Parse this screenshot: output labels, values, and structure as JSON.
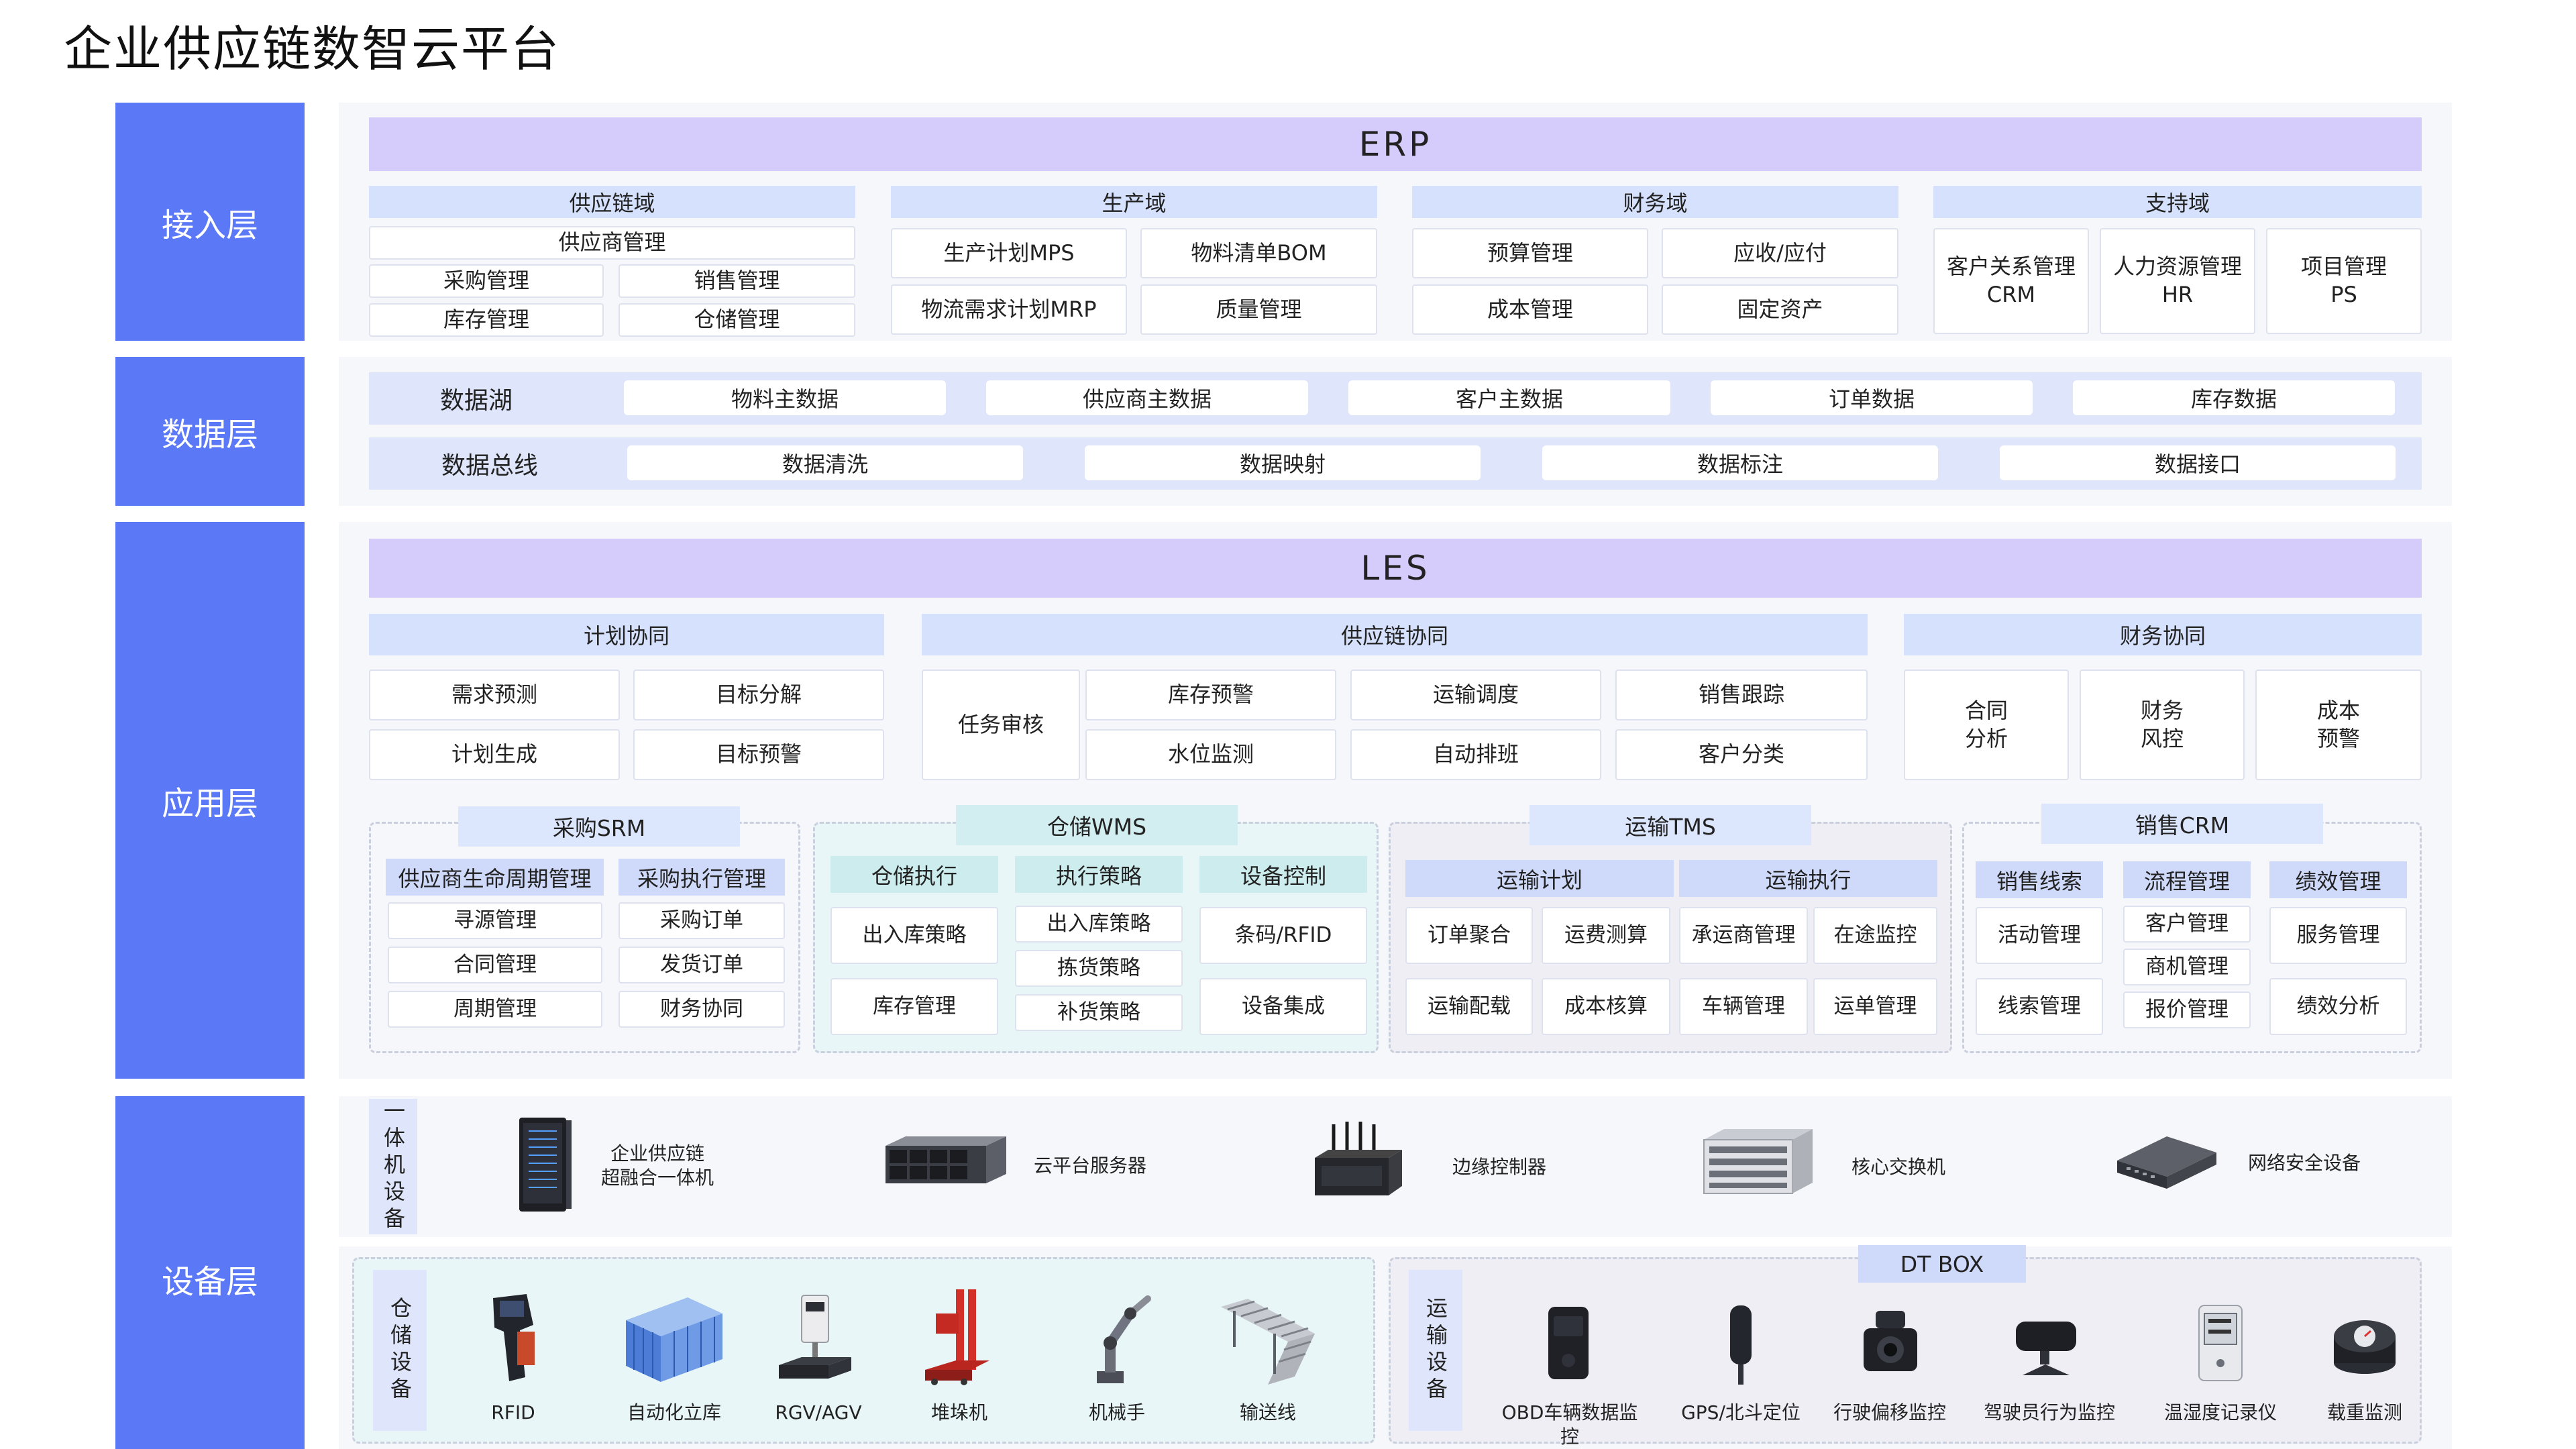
{
  "title": "企业供应链数智云平台",
  "layers": {
    "access": "接入层",
    "data": "数据层",
    "app": "应用层",
    "device": "设备层"
  },
  "erp": {
    "title": "ERP",
    "supply": {
      "title": "供应链域",
      "supplier_mgmt": "供应商管理",
      "items": [
        "采购管理",
        "销售管理",
        "库存管理",
        "仓储管理"
      ]
    },
    "production": {
      "title": "生产域",
      "items": [
        "生产计划MPS",
        "物料清单BOM",
        "物流需求计划MRP",
        "质量管理"
      ]
    },
    "finance": {
      "title": "财务域",
      "items": [
        "预算管理",
        "应收/应付",
        "成本管理",
        "固定资产"
      ]
    },
    "support": {
      "title": "支持域",
      "items": [
        {
          "l1": "客户关系管理",
          "l2": "CRM"
        },
        {
          "l1": "人力资源管理",
          "l2": "HR"
        },
        {
          "l1": "项目管理",
          "l2": "PS"
        }
      ]
    }
  },
  "datalayer": {
    "lake": {
      "label": "数据湖",
      "items": [
        "物料主数据",
        "供应商主数据",
        "客户主数据",
        "订单数据",
        "库存数据"
      ]
    },
    "bus": {
      "label": "数据总线",
      "items": [
        "数据清洗",
        "数据映射",
        "数据标注",
        "数据接口"
      ]
    }
  },
  "les": {
    "title": "LES",
    "plan": {
      "title": "计划协同",
      "items": [
        "需求预测",
        "目标分解",
        "计划生成",
        "目标预警"
      ]
    },
    "supplychain": {
      "title": "供应链协同",
      "task": "任务审核",
      "items": [
        "库存预警",
        "运输调度",
        "销售跟踪",
        "水位监测",
        "自动排班",
        "客户分类"
      ]
    },
    "finance": {
      "title": "财务协同",
      "items": [
        {
          "l1": "合同",
          "l2": "分析"
        },
        {
          "l1": "财务",
          "l2": "风控"
        },
        {
          "l1": "成本",
          "l2": "预警"
        }
      ]
    }
  },
  "srm": {
    "title": "采购SRM",
    "col1": {
      "head": "供应商生命周期管理",
      "items": [
        "寻源管理",
        "合同管理",
        "周期管理"
      ]
    },
    "col2": {
      "head": "采购执行管理",
      "items": [
        "采购订单",
        "发货订单",
        "财务协同"
      ]
    }
  },
  "wms": {
    "title": "仓储WMS",
    "col1": {
      "head": "仓储执行",
      "items": [
        "出入库策略",
        "库存管理"
      ]
    },
    "col2": {
      "head": "执行策略",
      "items": [
        "出入库策略",
        "拣货策略",
        "补货策略"
      ]
    },
    "col3": {
      "head": "设备控制",
      "items": [
        "条码/RFID",
        "设备集成"
      ]
    }
  },
  "tms": {
    "title": "运输TMS",
    "col1": {
      "head": "运输计划",
      "items": [
        "订单聚合",
        "运费测算",
        "运输配载",
        "成本核算"
      ]
    },
    "col2": {
      "head": "运输执行",
      "items": [
        "承运商管理",
        "在途监控",
        "车辆管理",
        "运单管理"
      ]
    }
  },
  "crm": {
    "title": "销售CRM",
    "col1": {
      "head": "销售线索",
      "items": [
        "活动管理",
        "线索管理"
      ]
    },
    "col2": {
      "head": "流程管理",
      "items": [
        "客户管理",
        "商机管理",
        "报价管理"
      ]
    },
    "col3": {
      "head": "绩效管理",
      "items": [
        "服务管理",
        "绩效分析"
      ]
    }
  },
  "devices": {
    "integrated": {
      "label": "一体机设备",
      "items": [
        {
          "icon": "server-tower-icon",
          "l1": "企业供应链",
          "l2": "超融合一体机"
        },
        {
          "icon": "rack-server-icon",
          "l1": "云平台服务器",
          "l2": ""
        },
        {
          "icon": "edge-controller-icon",
          "l1": "边缘控制器",
          "l2": ""
        },
        {
          "icon": "core-switch-icon",
          "l1": "核心交换机",
          "l2": ""
        },
        {
          "icon": "security-appliance-icon",
          "l1": "网络安全设备",
          "l2": ""
        }
      ]
    },
    "storage": {
      "label": "仓储设备",
      "items": [
        "RFID",
        "自动化立库",
        "RGV/AGV",
        "堆垛机",
        "机械手",
        "输送线"
      ]
    },
    "transport": {
      "label": "运输设备",
      "dtbox": "DT BOX",
      "items": [
        "OBD车辆数据监控",
        "GPS/北斗定位",
        "行驶偏移监控",
        "驾驶员行为监控",
        "温湿度记录仪",
        "载重监测"
      ]
    }
  },
  "colors": {
    "layer_label": "#5b79f6",
    "erp_bar": "#d5ccfb",
    "domain_title": "#d6e2fd",
    "data_row": "#dfe6fb"
  }
}
